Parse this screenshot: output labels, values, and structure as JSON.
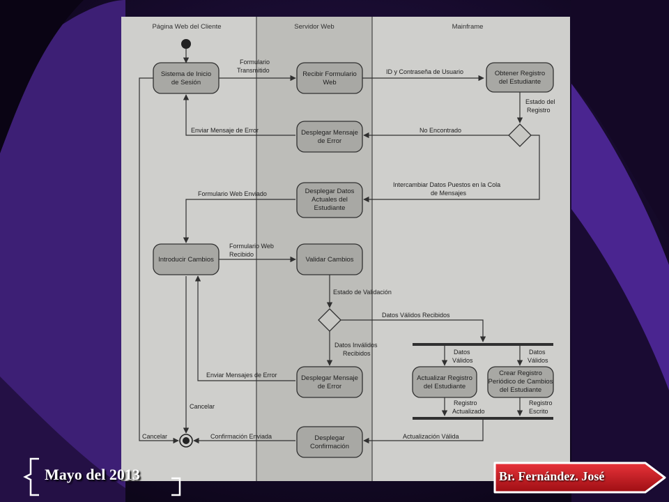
{
  "colors": {
    "background_dark": "#0d0518",
    "swoosh_purple": "#3d1f75",
    "swoosh_purple_light": "#5a2fa0",
    "paper": "#cfcfcc",
    "lane_shaded": "#bdbdb9",
    "node_fill": "#a8a8a4",
    "ink": "#303030",
    "badge_red": "#c0141a",
    "badge_border": "#ffffff"
  },
  "diagram": {
    "lanes": [
      "Página Web del Cliente",
      "Servidor Web",
      "Mainframe"
    ],
    "activities": {
      "login": [
        "Sistema de Inicio",
        "de Sesión"
      ],
      "receive_form": [
        "Recibir Formulario",
        "Web"
      ],
      "get_record": [
        "Obtener Registro",
        "del Estudiante"
      ],
      "show_error_1": [
        "Desplegar Mensaje",
        "de Error"
      ],
      "show_data": [
        "Desplegar Datos",
        "Actuales del",
        "Estudiante"
      ],
      "enter_changes": [
        "Introducir Cambios"
      ],
      "validate_changes": [
        "Validar Cambios"
      ],
      "show_error_2": [
        "Desplegar Mensaje",
        "de Error"
      ],
      "update_record": [
        "Actualizar Registro",
        "del Estudiante"
      ],
      "create_log": [
        "Crear Registro",
        "Periódico de Cambios",
        "del Estudiante"
      ],
      "show_confirmation": [
        "Desplegar",
        "Confirmación"
      ]
    },
    "flow_labels": {
      "form_sent": [
        "Formulario",
        "Transmitido"
      ],
      "id_password": [
        "ID y Contraseña de Usuario"
      ],
      "record_status": [
        "Estado del",
        "Registro"
      ],
      "not_found": [
        "No Encontrado"
      ],
      "send_error": [
        "Enviar Mensaje de Error"
      ],
      "exchange_data": [
        "Intercambiar Datos Puestos en la Cola",
        "de Mensajes"
      ],
      "web_form_sent": [
        "Formulario Web Enviado"
      ],
      "web_form_received": [
        "Formulario Web",
        "Recibido"
      ],
      "validation_status": [
        "Estado de Validación"
      ],
      "valid_data_received": [
        "Datos Válidos Recibidos"
      ],
      "invalid_data": [
        "Datos Inválidos",
        "Recibidos"
      ],
      "valid_data_left": [
        "Datos",
        "Válidos"
      ],
      "valid_data_right": [
        "Datos",
        "Válidos"
      ],
      "send_errors": [
        "Enviar Mensajes de Error"
      ],
      "record_updated": [
        "Registro",
        "Actualizado"
      ],
      "record_written": [
        "Registro",
        "Escrito"
      ],
      "cancel_mid": [
        "Cancelar"
      ],
      "cancel_left": [
        "Cancelar"
      ],
      "confirmation_sent": [
        "Confirmación Enviada"
      ],
      "valid_update": [
        "Actualización Válida"
      ]
    }
  },
  "footer": {
    "date": "Mayo del 2013",
    "author": "Br. Fernández. José"
  }
}
